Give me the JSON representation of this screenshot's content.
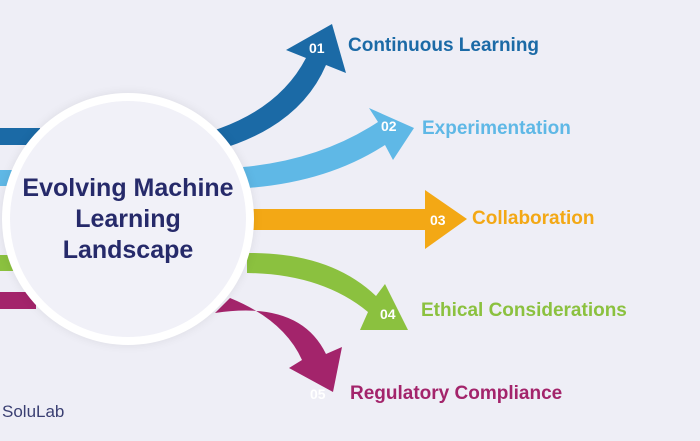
{
  "hub": {
    "title": "Evolving Machine Learning Landscape"
  },
  "branches": [
    {
      "number": "01",
      "label": "Continuous Learning",
      "color": "#1b6aa6"
    },
    {
      "number": "02",
      "label": "Experimentation",
      "color": "#5fb8e6"
    },
    {
      "number": "03",
      "label": "Collaboration",
      "color": "#f3a815"
    },
    {
      "number": "04",
      "label": "Ethical Considerations",
      "color": "#8bc13f"
    },
    {
      "number": "05",
      "label": "Regulatory Compliance",
      "color": "#a3246b"
    }
  ],
  "brand": {
    "name": "SoluLab"
  }
}
